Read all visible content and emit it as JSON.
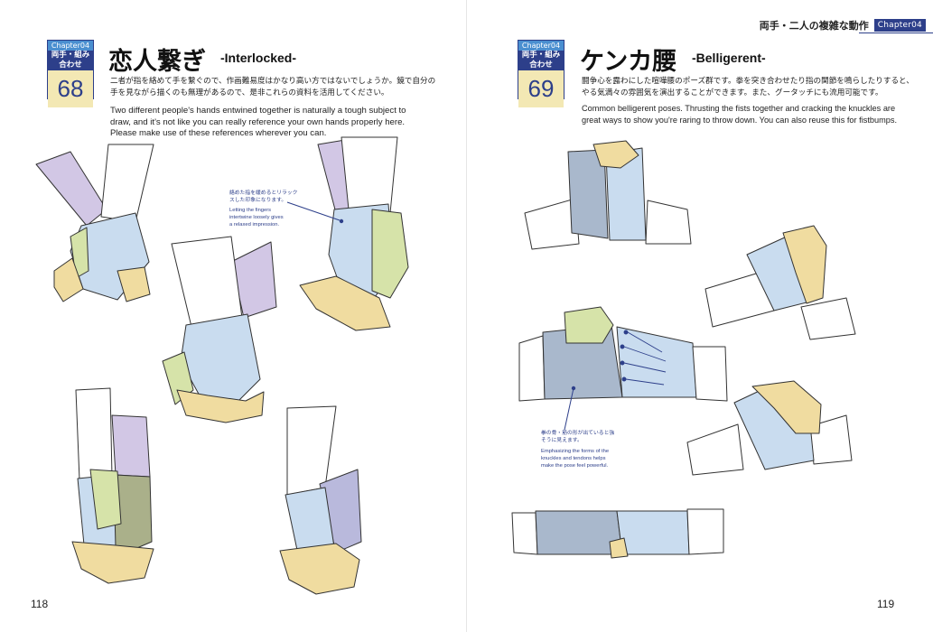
{
  "running_header": {
    "title": "両手・二人の複雑な動作",
    "chapter_tag": "Chapter04"
  },
  "left_page": {
    "badge": {
      "chapter": "Chapter04",
      "subtitle": "両手・組み合わせ",
      "number": "68"
    },
    "title_jp": "恋人繋ぎ",
    "title_en": "-Interlocked-",
    "body_jp": [
      "二者が指を絡めて手を繋ぐので、作画難易度はかなり高い方ではないでしょうか。鏡で自分の",
      "手を見ながら描くのも無理があるので、是非これらの資料を活用してください。"
    ],
    "body_en": [
      "Two different people's hands entwined together is naturally a tough subject to",
      "draw, and it's not like you can really reference your own hands properly here.",
      "Please make use of these references wherever you can."
    ],
    "callout_jp": [
      "絡めた指を緩めるとリラック",
      "スした印象になります。"
    ],
    "callout_en": [
      "Letting the fingers",
      "intertwine loosely gives",
      "a relaxed impression."
    ],
    "folio": "118"
  },
  "right_page": {
    "badge": {
      "chapter": "Chapter04",
      "subtitle": "両手・組み合わせ",
      "number": "69"
    },
    "title_jp": "ケンカ腰",
    "title_en": "-Belligerent-",
    "body_jp": [
      "闘争心を露わにした喧嘩腰のポーズ群です。拳を突き合わせたり指の関節を鳴らしたりすると、",
      "やる気満々の雰囲気を演出することができます。また、グータッチにも流用可能です。"
    ],
    "body_en": [
      "Common belligerent poses. Thrusting the fists together and cracking the knuckles are",
      "great ways to show you're raring to throw down. You can also reuse this for fistbumps."
    ],
    "callout_jp": [
      "拳の骨・筋の形が出ていると強",
      "そうに見えます。"
    ],
    "callout_en": [
      "Emphasizing the forms of the",
      "knuckles and tendons helps",
      "make the pose feel powerful."
    ],
    "folio": "119"
  },
  "colors": {
    "navy": "#2d3f8a",
    "light_blue": "#4a8fd0",
    "badge_cream": "#f3e8b4",
    "hand_blue": "#c9dcef",
    "hand_green": "#d6e3a9",
    "hand_purple": "#d2c7e5",
    "hand_yellow": "#f0dca0",
    "hand_steel": "#a9b8cc"
  }
}
